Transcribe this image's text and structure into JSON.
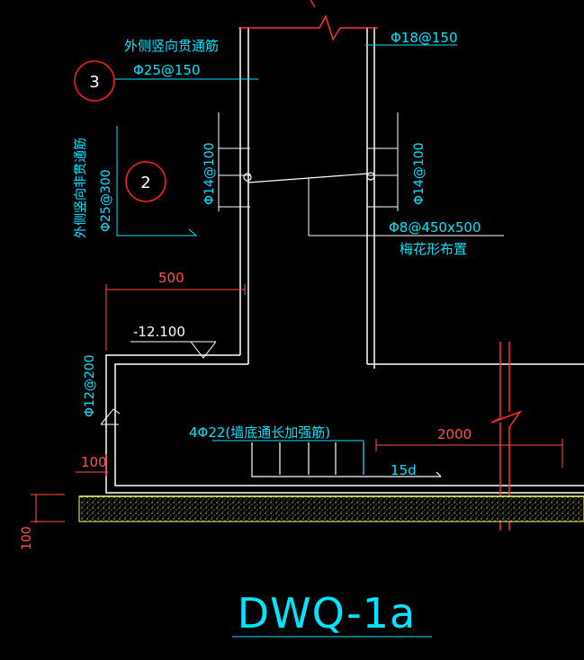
{
  "drawing": {
    "title": "DWQ-1a",
    "colors": {
      "background": "#000000",
      "rebar": "#ffffff",
      "text": "#00e5ff",
      "dimension": "#ff4040",
      "slab": "#ffff66",
      "callout": "#ff2020"
    }
  },
  "callouts": [
    {
      "number": "3",
      "text_line1": "外侧竖向贯通筋",
      "text_line2": "Φ25@150"
    },
    {
      "number": "2",
      "text_line1": "外侧竖向非贯通筋",
      "text_line2": "Φ25@300"
    }
  ],
  "labels": {
    "top_right_rebar": "Φ18@150",
    "left_vertical_stirrup": "Φ14@100",
    "right_vertical_stirrup": "Φ14@100",
    "tie_bar_line1": "Φ8@450x500",
    "tie_bar_line2": "梅花形布置",
    "elevation": "-12.100",
    "left_bottom_rebar": "Φ12@200",
    "bottom_bar": "4Φ22(墙底通长加强筋)",
    "anchor_length": "15d"
  },
  "dimensions": {
    "width_500": "500",
    "width_2000": "2000",
    "cover_100_horizontal": "100",
    "cover_100_vertical": "100"
  }
}
